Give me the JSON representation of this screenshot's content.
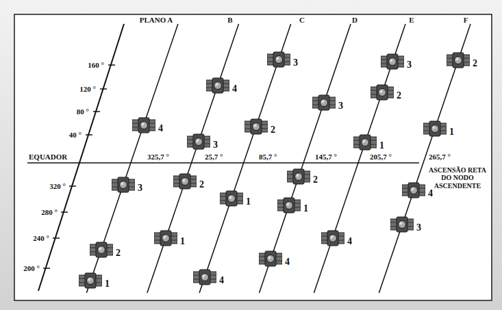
{
  "diagram": {
    "labels": [
      "PLANO A",
      "B",
      "C",
      "D",
      "E",
      "F",
      "160 °",
      "120 °",
      "80 °",
      "40 °",
      "EQUADOR",
      "325,7 °",
      "25,7 °",
      "85,7 °",
      "145,7 °",
      "205,7 °",
      "265,7 °",
      "ASCENSÃO RETA DO NODO ASCENDENTE",
      "320 °",
      "280 °",
      "240 °",
      "200 °",
      "1",
      "2",
      "3",
      "4",
      "1",
      "2",
      "3",
      "4",
      "1",
      "2",
      "3",
      "4",
      "1",
      "2",
      "3",
      "4",
      "1",
      "2",
      "3",
      "4",
      "1",
      "2",
      "3",
      "4"
    ]
  }
}
